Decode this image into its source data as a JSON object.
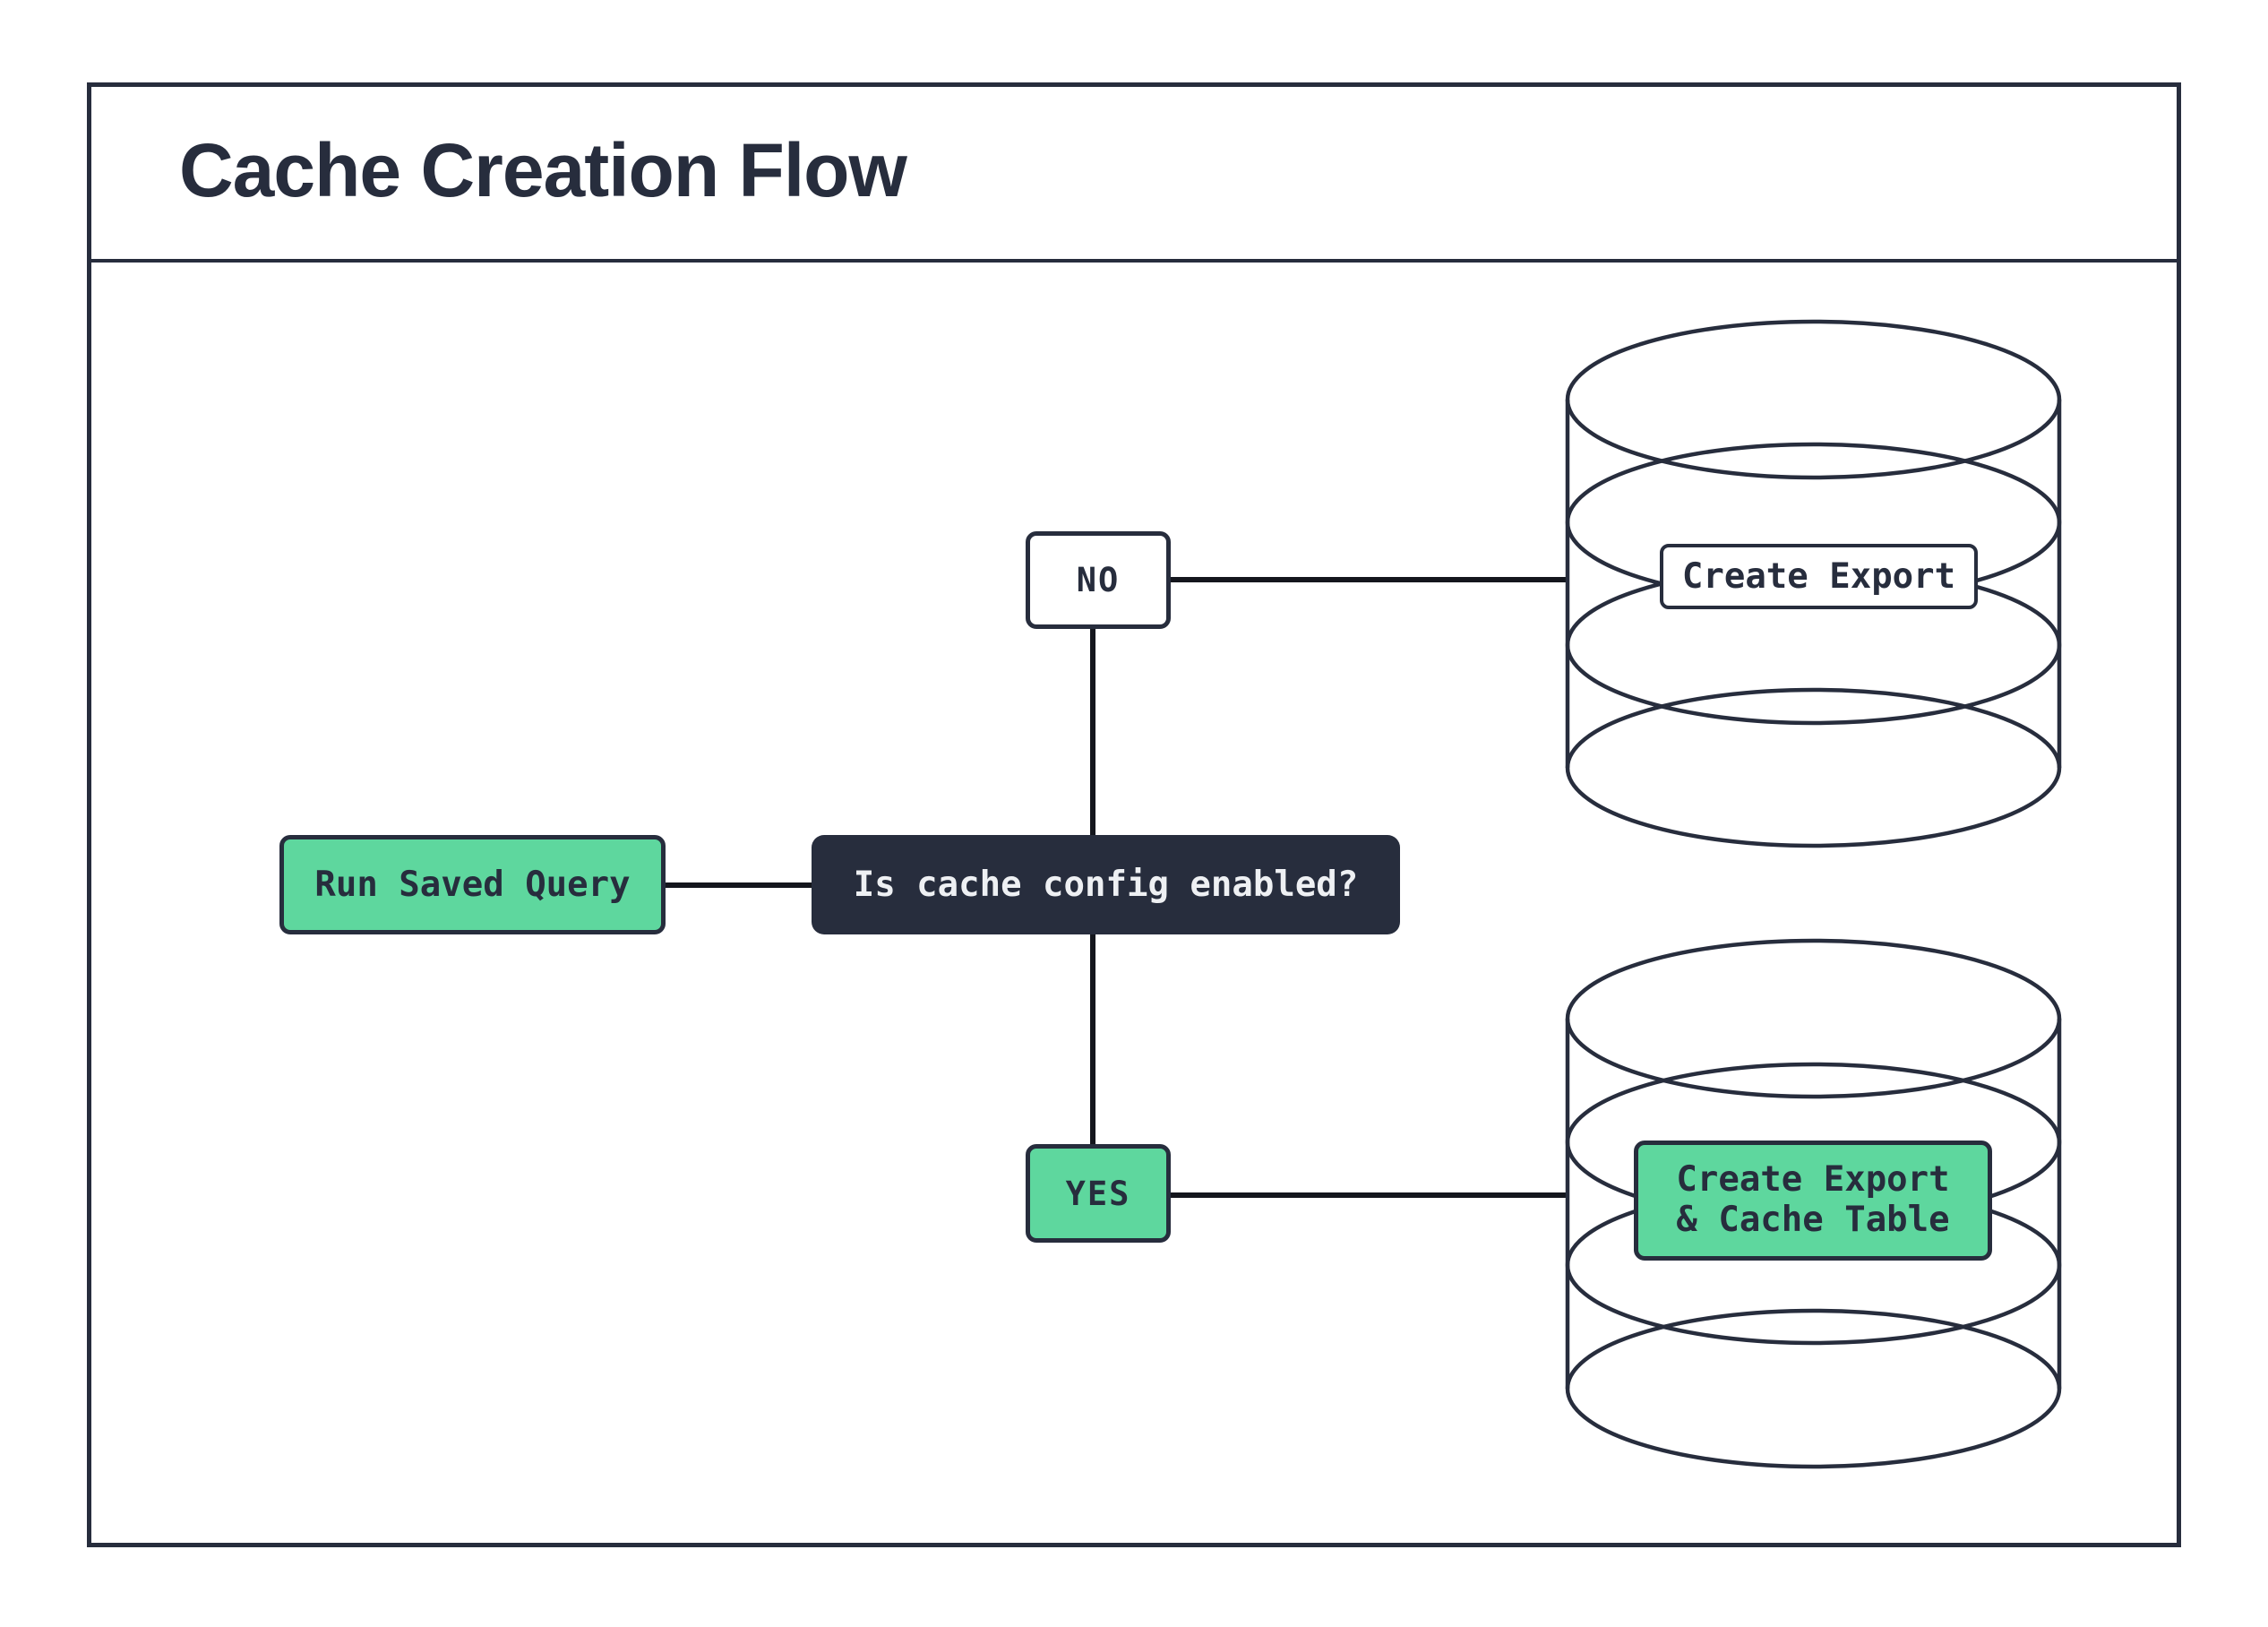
{
  "title": "Cache Creation Flow",
  "colors": {
    "ink": "#272d3d",
    "accent_green": "#5ed79e",
    "connector": "#14161d",
    "background": "#ffffff",
    "text_on_dark": "#eef0f3"
  },
  "flow": {
    "start": {
      "label": "Run Saved Query"
    },
    "decision": {
      "label": "Is cache config enabled?"
    },
    "branch_no": {
      "label": "NO"
    },
    "branch_yes": {
      "label": "YES"
    },
    "no_outcome": {
      "label": "Create Export"
    },
    "yes_outcome": {
      "label_line1": "Create Export",
      "label_line2": "& Cache Table"
    }
  },
  "icons": {
    "no_outcome_icon": "database-cylinder",
    "yes_outcome_icon": "database-cylinder"
  }
}
